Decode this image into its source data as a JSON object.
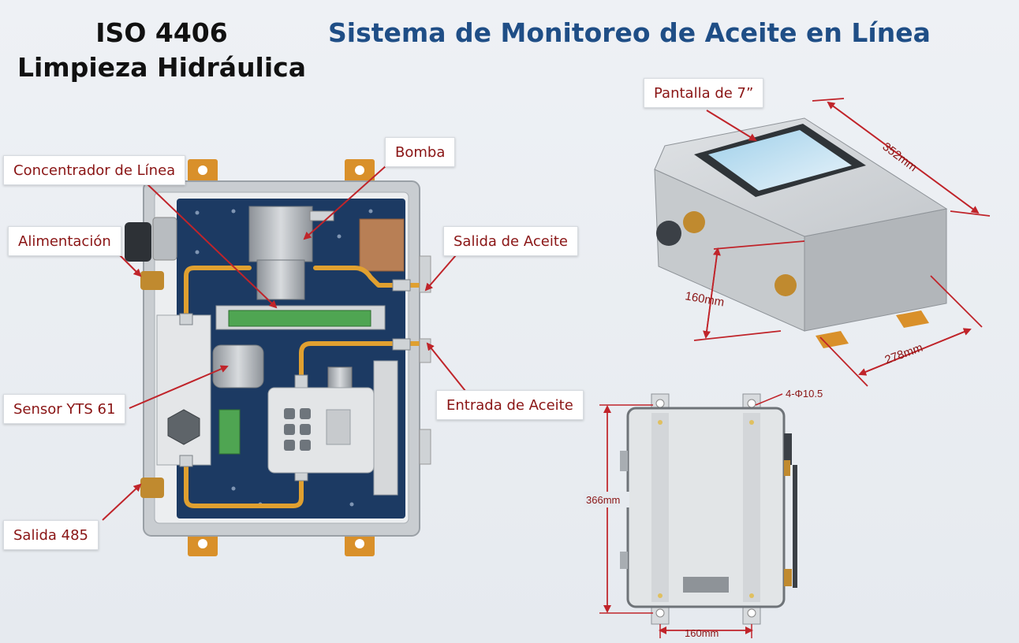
{
  "header": {
    "left_line1": "ISO 4406",
    "left_line2": "Limpieza Hidráulica",
    "main_title": "Sistema de Monitoreo de Aceite en Línea"
  },
  "callouts": {
    "concentrador": "Concentrador de Línea",
    "bomba": "Bomba",
    "alimentacion": "Alimentación",
    "salida_aceite": "Salida de Aceite",
    "sensor": "Sensor YTS 61",
    "entrada_aceite": "Entrada de Aceite",
    "salida_485": "Salida 485",
    "pantalla": "Pantalla de 7”"
  },
  "dimensions": {
    "iso_width": "352mm",
    "iso_height": "160mm",
    "iso_depth": "278mm",
    "front_height": "366mm",
    "front_width": "160mm",
    "hole_spec": "4-Φ10.5"
  },
  "colors": {
    "title_blue": "#1f4e86",
    "callout_red": "#8a1515",
    "board_navy": "#1c3a63",
    "pipe_orange": "#e0a030",
    "mount_orange": "#d9902a"
  }
}
